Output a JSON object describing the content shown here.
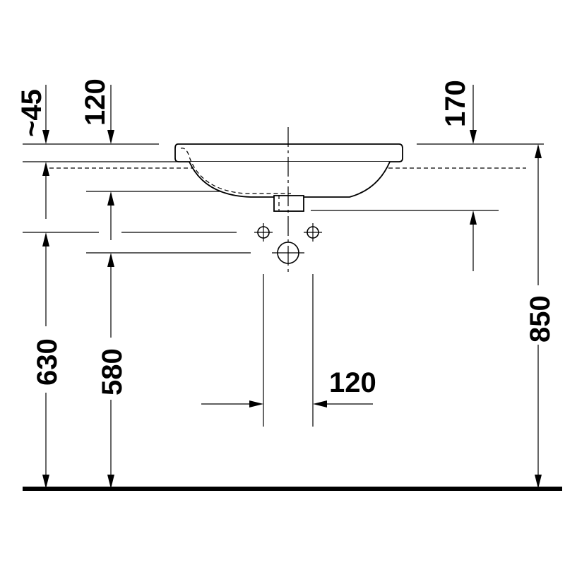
{
  "dimensions": {
    "rim_offset": "~45",
    "tap_depth": "120",
    "tap_hole_distance": "170",
    "overall_height": "850",
    "drain_height": "630",
    "supply_height": "580",
    "waste_pipe_width": "120"
  },
  "colors": {
    "line": "#000000",
    "background": "#ffffff"
  }
}
